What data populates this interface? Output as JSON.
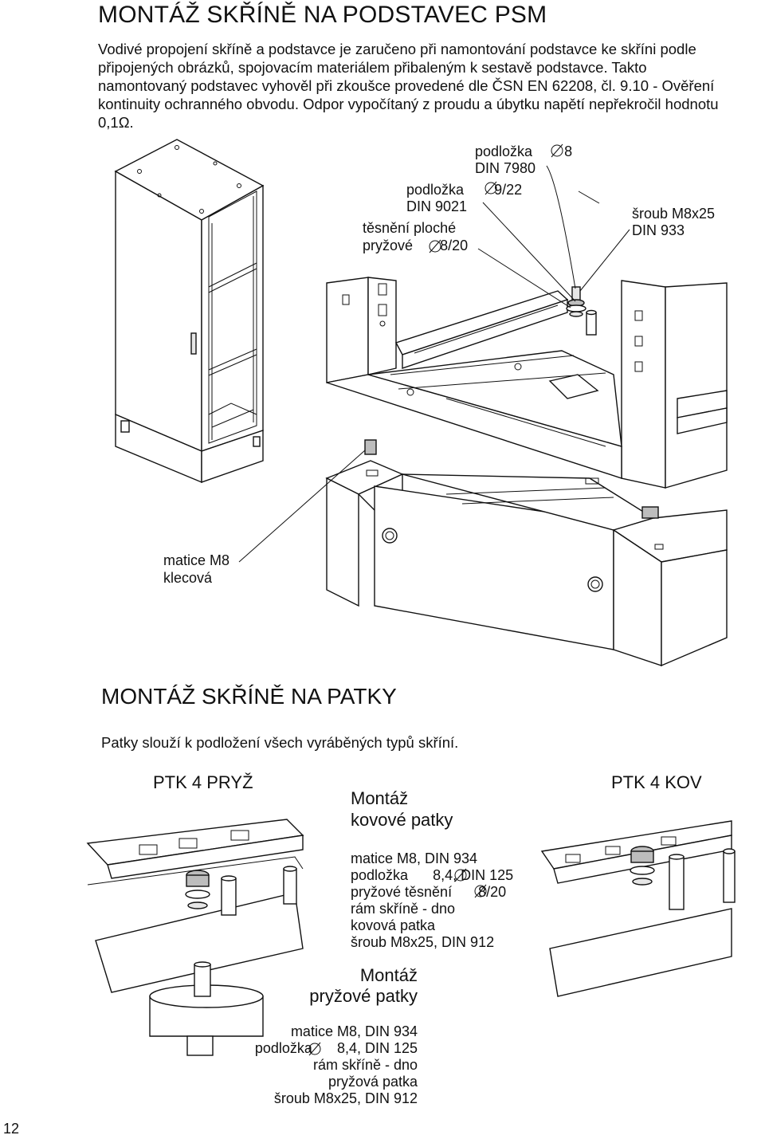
{
  "section1": {
    "title": "MONTÁŽ SKŘÍNĚ NA PODSTAVEC PSM",
    "paragraph": "Vodivé propojení skříně a podstavce je zaručeno při namontování podstavce ke skříni podle připojených obrázků, spojovacím materiálem přibaleným k sestavě podstavce. Takto namontovaný podstavec vyhověl při zkoušce provedené dle ČSN EN 62208, čl. 9.10 - Ověření kontinuity ochranného obvodu. Odpor vypočítaný z proudu a úbytku napětí nepřekročil hodnotu 0,1Ω.",
    "labels": {
      "washer8_a": "podložka",
      "washer8_b": "8",
      "washer8_c": "DIN 7980",
      "washer9_a": "podložka",
      "washer9_b": "9/22",
      "washer9_c": "DIN 9021",
      "seal_a": "těsnění ploché",
      "seal_b": "pryžové",
      "seal_c": "8/20",
      "bolt_a": "šroub M8x25",
      "bolt_b": "DIN 933",
      "cage_a": "matice M8",
      "cage_b": "klecová"
    }
  },
  "section2": {
    "title": "MONTÁŽ SKŘÍNĚ NA PATKY",
    "subtitle": "Patky slouží k podložení všech vyráběných typů skříní.",
    "left_title": "PTK 4 PRYŽ",
    "right_title": "PTK 4 KOV",
    "metal": {
      "heading_1": "Montáž",
      "heading_2": "kovové patky",
      "l1": "matice M8, DIN 934",
      "l2a": "podložka",
      "l2b": "8,4, DIN 125",
      "l3a": "pryžové těsnění",
      "l3b": "8/20",
      "l4": "rám skříně - dno",
      "l5": "kovová patka",
      "l6": "šroub M8x25, DIN 912"
    },
    "rubber": {
      "heading_1": "Montáž",
      "heading_2": "pryžové patky",
      "l1": "matice M8, DIN 934",
      "l2a": "podložka",
      "l2b": "8,4, DIN 125",
      "l3": "rám skříně - dno",
      "l4": "pryžová patka",
      "l5": "šroub M8x25, DIN 912"
    }
  },
  "page_number": "12",
  "diameter_symbol": "⌀"
}
